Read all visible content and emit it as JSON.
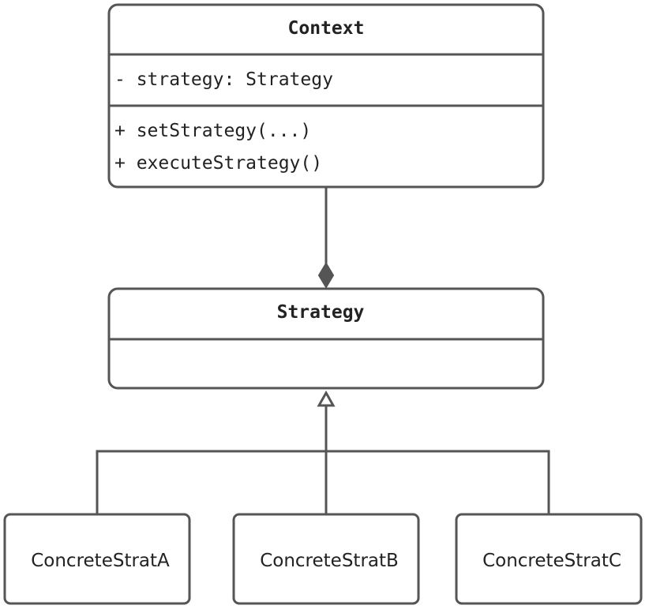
{
  "context_class": {
    "name": "Context",
    "attributes": [
      "- strategy: Strategy"
    ],
    "methods": [
      "+ setStrategy(...)",
      "+ executeStrategy()"
    ]
  },
  "strategy_class": {
    "name": "Strategy",
    "attributes": [],
    "methods": []
  },
  "concrete_classes": [
    "ConcreteStratA",
    "ConcreteStratB",
    "ConcreteStratC"
  ],
  "relationships": [
    {
      "type": "composition",
      "from": "Context",
      "to": "Strategy"
    },
    {
      "type": "generalization",
      "from": "ConcreteStratA",
      "to": "Strategy"
    },
    {
      "type": "generalization",
      "from": "ConcreteStratB",
      "to": "Strategy"
    },
    {
      "type": "generalization",
      "from": "ConcreteStratC",
      "to": "Strategy"
    }
  ],
  "colors": {
    "stroke": "#555555",
    "text": "#222222",
    "background": "#ffffff"
  }
}
